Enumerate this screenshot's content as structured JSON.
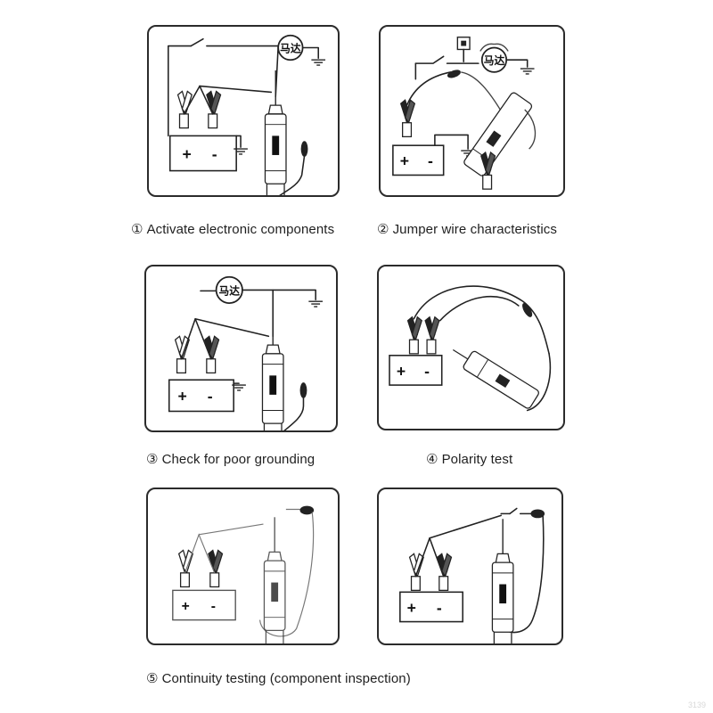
{
  "motor_label": "马达",
  "battery_plus": "+",
  "battery_minus": "-",
  "captions": [
    {
      "num": "①",
      "text": "Activate electronic components"
    },
    {
      "num": "②",
      "text": "Jumper wire characteristics"
    },
    {
      "num": "③",
      "text": "Check for poor grounding"
    },
    {
      "num": "④",
      "text": "Polarity test"
    },
    {
      "num": "⑤",
      "text": "Continuity testing (component inspection)"
    }
  ],
  "watermark": "3139"
}
